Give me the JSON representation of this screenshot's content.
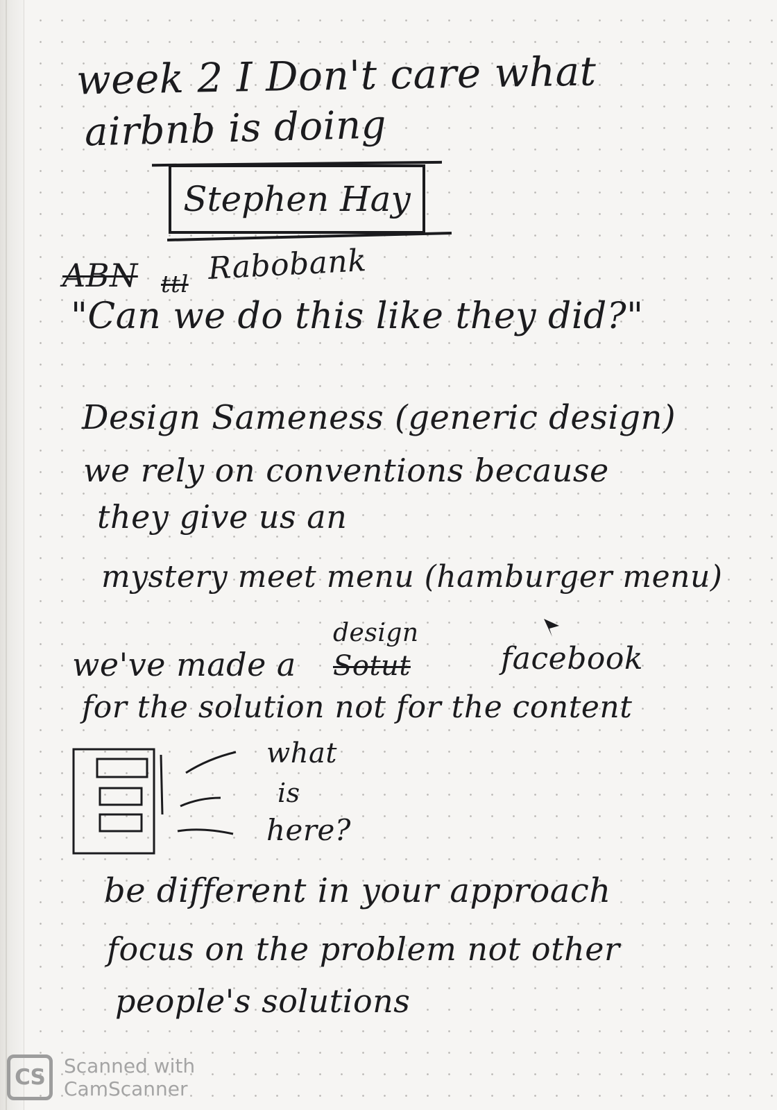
{
  "notes": {
    "title_line1": "week 2  I Don't care what",
    "title_line2": "airbnb is doing",
    "boxed_name": "Stephen Hay",
    "crossed_out": "ABN",
    "crossed_out_2": "ttl",
    "bank_name": "Rabobank",
    "quote": "\"Can we do this like they did?\"",
    "line_design_sameness": "Design Sameness (generic design)",
    "line_conventions_1": "we rely on conventions because",
    "line_conventions_2": "they give us an",
    "line_mystery_menu": "mystery meet menu (hamburger menu)",
    "caret_word": "design",
    "line_made_a": "we've made a",
    "line_made_a_struck": "Sotut",
    "line_facebook": "facebook",
    "line_for_solution": "for the solution not for the content",
    "sketch_words": [
      "what",
      "is",
      "here?"
    ],
    "closing_1": "be different in your approach",
    "closing_2": "focus on the problem not other",
    "closing_3": "people's solutions"
  },
  "watermark": {
    "logo": "CS",
    "line1": "Scanned with",
    "line2": "CamScanner"
  },
  "colors": {
    "ink": "#1b1b1e",
    "paper": "#f6f5f3",
    "dots": "#b9b7b4",
    "watermark": "#a4a4a4"
  }
}
